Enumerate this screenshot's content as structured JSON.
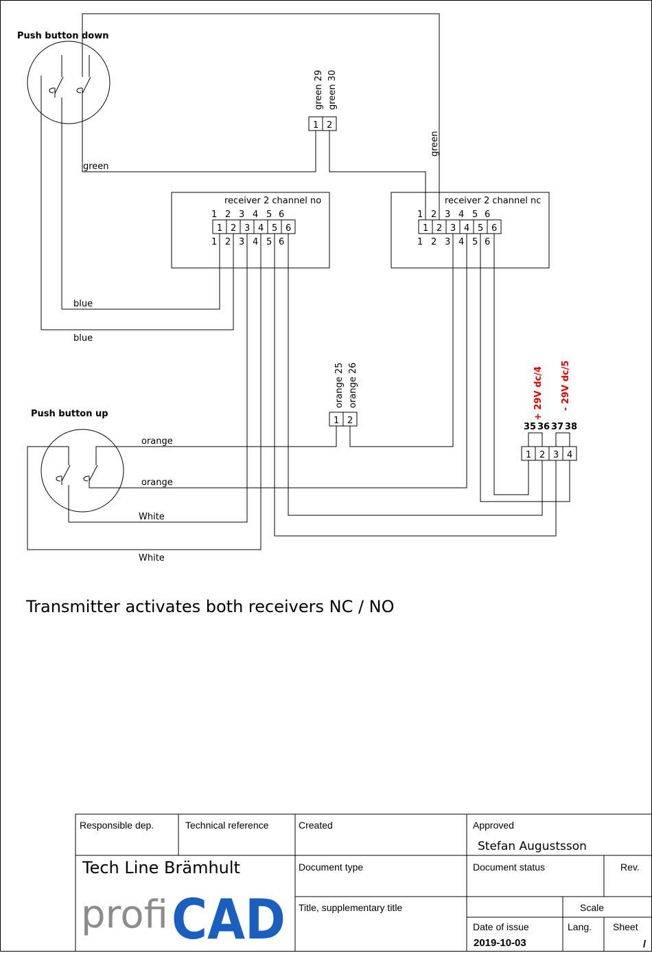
{
  "components": {
    "push_down": {
      "label": "Push button down"
    },
    "push_up": {
      "label": "Push button up"
    },
    "receiver_no": {
      "title": "receiver 2 channel no",
      "terminals": [
        "1",
        "2",
        "3",
        "4",
        "5",
        "6"
      ]
    },
    "receiver_nc": {
      "title": "receiver 2 channel nc",
      "terminals": [
        "1",
        "2",
        "3",
        "4",
        "5",
        "6"
      ]
    },
    "term_green": {
      "terminals": [
        "1",
        "2"
      ],
      "labels": [
        "green 29",
        "green 30"
      ]
    },
    "term_orange": {
      "terminals": [
        "1",
        "2"
      ],
      "labels": [
        "orange 25",
        "orange 26"
      ]
    },
    "power": {
      "terminals": [
        "1",
        "2",
        "3",
        "4"
      ],
      "numbers": [
        "35",
        "36",
        "37",
        "38"
      ],
      "plus": "+ 29V dc/4",
      "minus": "- 29V dc/5"
    }
  },
  "wire_labels": {
    "green_h": "green",
    "green_v": "green",
    "blue_1": "blue",
    "blue_2": "blue",
    "orange_1": "orange",
    "orange_2": "orange",
    "white_1": "White",
    "white_2": "White"
  },
  "caption": "Transmitter activates both receivers NC / NO",
  "title_block": {
    "responsible_dep": "Responsible dep.",
    "technical_reference": "Technical reference",
    "created": "Created",
    "approved": "Approved",
    "approved_by": "Stefan Augustsson",
    "company": "Tech Line Brämhult",
    "logo_a": "profi",
    "logo_b": "CAD",
    "document_type": "Document type",
    "document_status": "Document status",
    "rev": "Rev.",
    "title_supp": "Title, supplementary title",
    "scale": "Scale",
    "date_of_issue": "Date of issue",
    "date": "2019-10-03",
    "lang": "Lang.",
    "sheet": "Sheet",
    "sheet_value": "/"
  }
}
